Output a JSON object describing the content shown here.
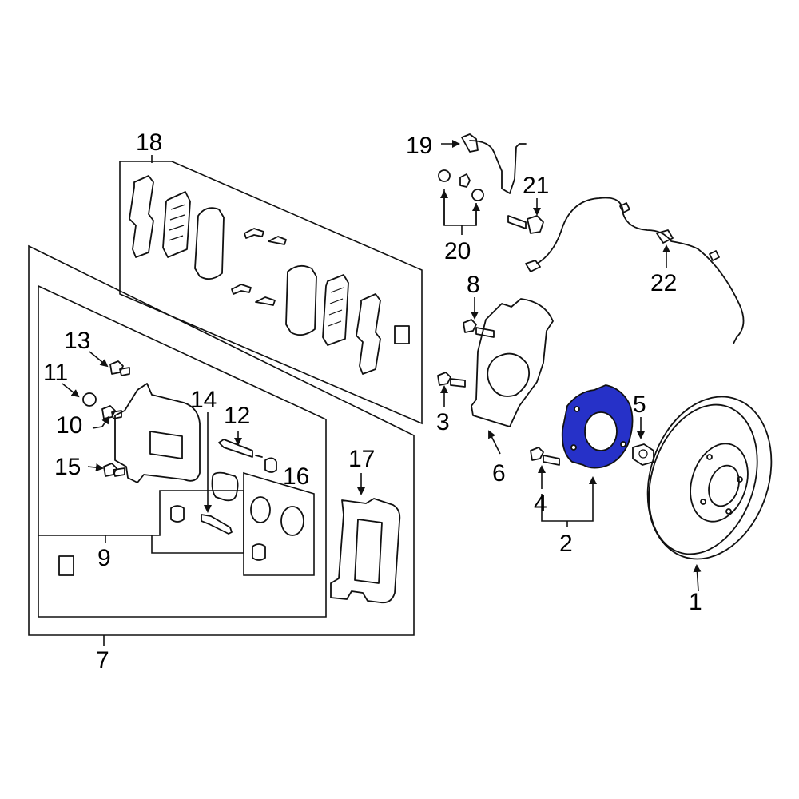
{
  "callouts": {
    "c1": "1",
    "c2": "2",
    "c3": "3",
    "c4": "4",
    "c5": "5",
    "c6": "6",
    "c7": "7",
    "c8": "8",
    "c9": "9",
    "c10": "10",
    "c11": "11",
    "c12": "12",
    "c13": "13",
    "c14": "14",
    "c15": "15",
    "c16": "16",
    "c17": "17",
    "c18": "18",
    "c19": "19",
    "c20": "20",
    "c21": "21",
    "c22": "22"
  },
  "highlight_color": "#2631c8",
  "line_color": "#111111",
  "background": "#ffffff"
}
